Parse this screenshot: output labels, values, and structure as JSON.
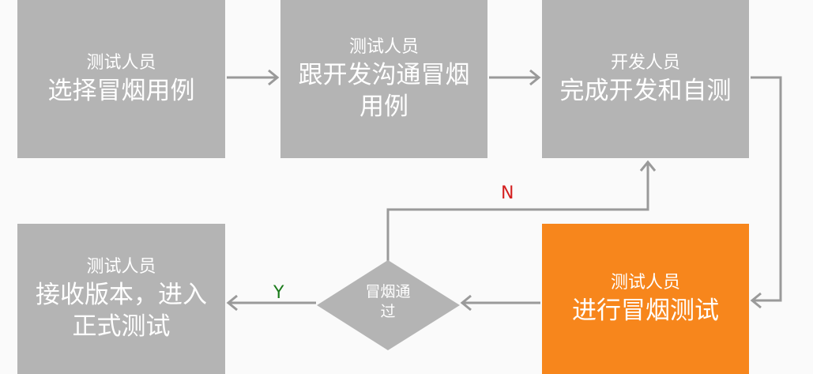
{
  "nodes": [
    {
      "role": "测试人员",
      "task": "选择冒烟用例"
    },
    {
      "role": "测试人员",
      "task": "跟开发沟通冒烟用例"
    },
    {
      "role": "开发人员",
      "task": "完成开发和自测"
    },
    {
      "role": "测试人员",
      "task": "进行冒烟测试"
    },
    {
      "role": "测试人员",
      "task": "接收版本，进入正式测试"
    }
  ],
  "decision": {
    "text": "冒烟通过",
    "yes_label": "Y",
    "no_label": "N"
  },
  "colors": {
    "box": "#b4b4b4",
    "highlight": "#f7861c",
    "line": "#9a9a9a",
    "yes": "#1a7a1a",
    "no": "#d42020"
  }
}
